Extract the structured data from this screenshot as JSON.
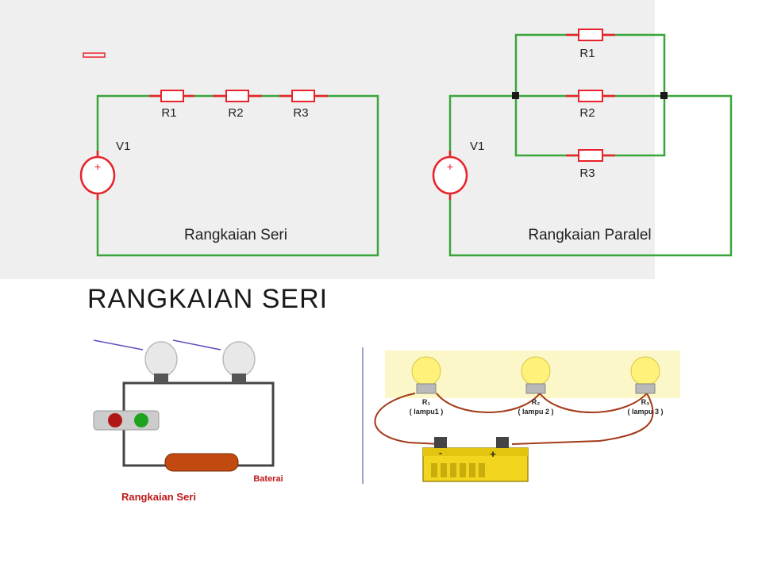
{
  "top": {
    "series_circuit": {
      "source_label": "V1",
      "resistors": [
        "R1",
        "R2",
        "R3"
      ],
      "caption": "Rangkaian Seri"
    },
    "parallel_circuit": {
      "source_label": "V1",
      "resistors": [
        "R1",
        "R2",
        "R3"
      ],
      "caption": "Rangkaian Paralel"
    }
  },
  "bottom": {
    "title": "RANGKAIAN SERI",
    "left_picture": {
      "battery_label": "Baterai",
      "caption": "Rangkaian Seri"
    },
    "right_picture": {
      "bulbs": [
        {
          "label": "R₁",
          "sublabel": "( lampu1 )"
        },
        {
          "label": "R₂",
          "sublabel": "( lampu 2 )"
        },
        {
          "label": "R₃",
          "sublabel": "( lampu 3 )"
        }
      ],
      "battery_terminals": [
        "-",
        "+"
      ]
    }
  },
  "colors": {
    "wire": "#3aa63a",
    "component": "#e8222a",
    "panel": "#efefef"
  }
}
